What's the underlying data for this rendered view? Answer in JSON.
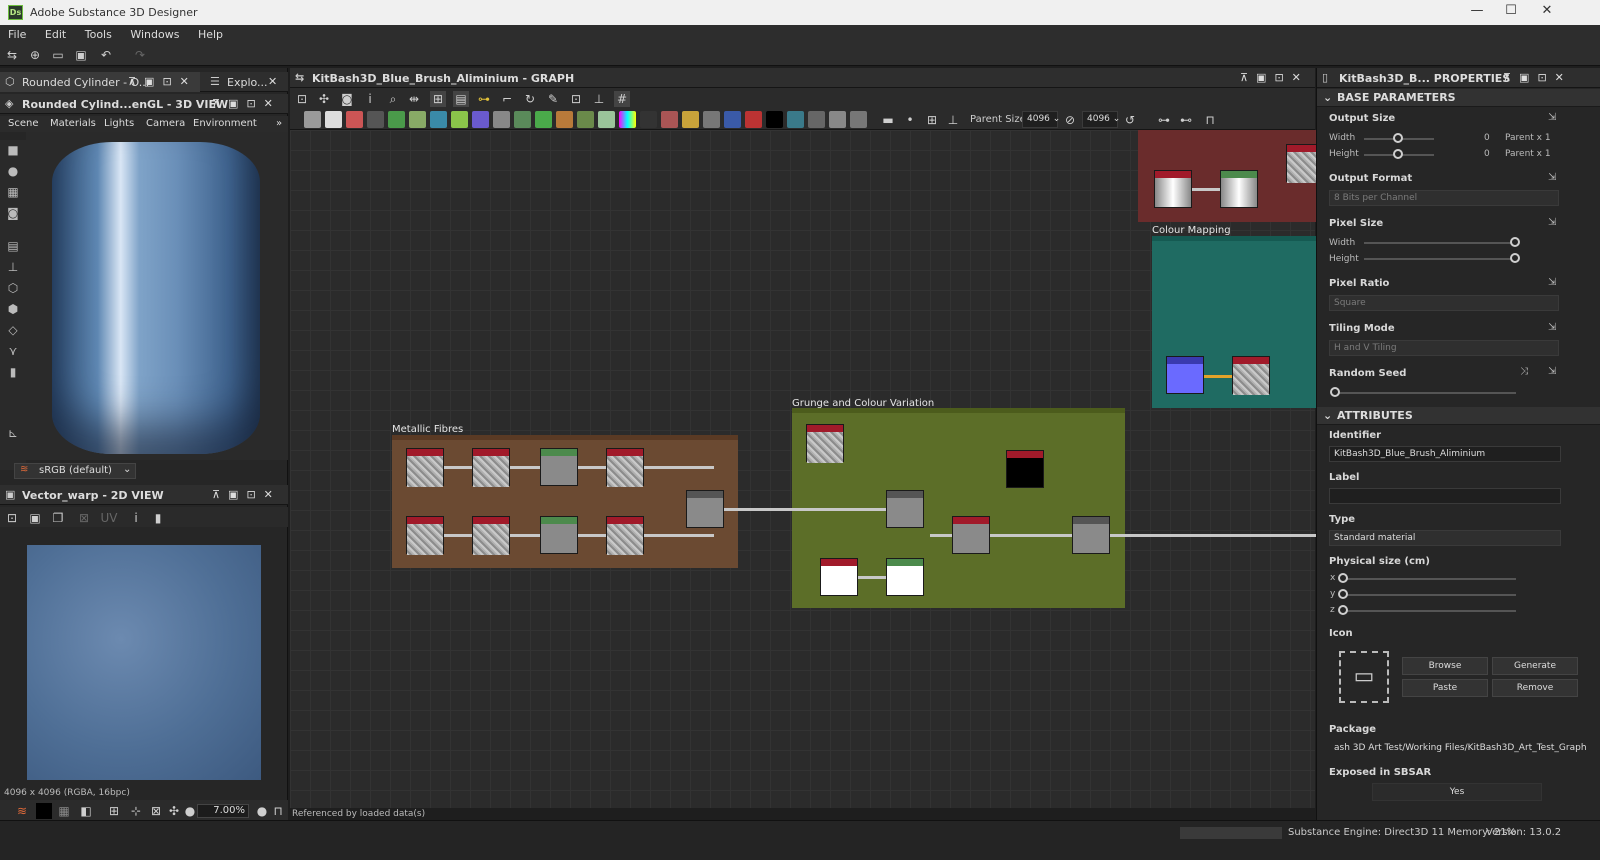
{
  "window": {
    "title": "Adobe Substance 3D Designer",
    "app_badge": "Ds",
    "minimize": "—",
    "maximize": "☐",
    "close": "✕"
  },
  "menu": [
    "File",
    "Edit",
    "Tools",
    "Windows",
    "Help"
  ],
  "left_tabs": {
    "tab1": "Rounded Cylinder - O...",
    "tab2": "Explo..."
  },
  "view3d": {
    "title": "Rounded Cylind...enGL - 3D VIEW",
    "menu": [
      "Scene",
      "Materials",
      "Lights",
      "Camera",
      "Environment"
    ],
    "colorspace": "sRGB (default)"
  },
  "view2d": {
    "title": "Vector_warp - 2D VIEW",
    "uv": "UV",
    "info": "4096 x 4096 (RGBA, 16bpc)",
    "zoom": "7.00%"
  },
  "graph": {
    "title": "KitBash3D_Blue_Brush_Aliminium - GRAPH",
    "parent_size_label": "Parent Size:",
    "parent_size_w": "4096",
    "parent_size_h": "4096",
    "status": "Referenced by loaded data(s)",
    "frames": {
      "metallic": "Metallic Fibres",
      "grunge": "Grunge and Colour Variation",
      "colour": "Colour Mapping"
    }
  },
  "properties": {
    "title": "KitBash3D_B... PROPERTIES",
    "base_section": "BASE PARAMETERS",
    "output_size": "Output Size",
    "width": "Width",
    "height": "Height",
    "output_width_value": "0",
    "output_height_value": "0",
    "output_width_parent": "Parent x 1",
    "output_height_parent": "Parent x 1",
    "output_format": "Output Format",
    "output_format_value": "8 Bits per Channel",
    "pixel_size": "Pixel Size",
    "pixel_ratio": "Pixel Ratio",
    "pixel_ratio_value": "Square",
    "tiling_mode": "Tiling Mode",
    "tiling_mode_value": "H and V Tiling",
    "random_seed": "Random Seed",
    "attributes_section": "ATTRIBUTES",
    "identifier": "Identifier",
    "identifier_value": "KitBash3D_Blue_Brush_Aliminium",
    "label": "Label",
    "label_value": "",
    "type": "Type",
    "type_value": "Standard material",
    "physical_size": "Physical size (cm)",
    "x": "x",
    "y": "y",
    "z": "z",
    "icon": "Icon",
    "browse": "Browse",
    "generate": "Generate",
    "paste": "Paste",
    "remove": "Remove",
    "package": "Package",
    "package_value": "ash 3D Art Test/Working Files/KitBash3D_Art_Test_Graph",
    "exposed": "Exposed in SBSAR",
    "exposed_value": "Yes"
  },
  "statusbar": {
    "engine": "Substance Engine: Direct3D 11  Memory: 21%",
    "version": "Version: 13.0.2"
  }
}
